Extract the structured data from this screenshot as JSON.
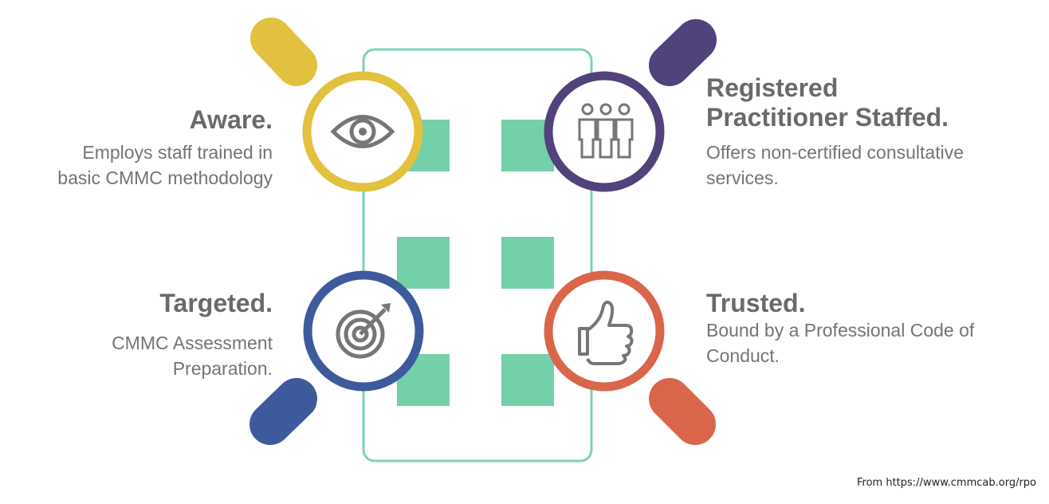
{
  "colors": {
    "aware": "#e2c13f",
    "registered": "#51427b",
    "targeted": "#3f5a9c",
    "trusted": "#d9664a",
    "accent_green": "#74d0a8",
    "frame": "#7fd2b5",
    "icon_gray": "#767676",
    "text_gray": "#6d6d6d"
  },
  "items": [
    {
      "key": "aware",
      "title": "Aware.",
      "description": [
        "Employs staff trained in",
        "basic CMMC methodology"
      ],
      "icon": "eye-icon"
    },
    {
      "key": "registered",
      "title": [
        "Registered",
        "Practitioner Staffed."
      ],
      "description": [
        "Offers non-certified consultative",
        "services."
      ],
      "icon": "team-icon"
    },
    {
      "key": "targeted",
      "title": "Targeted.",
      "description": [
        "CMMC Assessment",
        "Preparation."
      ],
      "icon": "target-icon"
    },
    {
      "key": "trusted",
      "title": "Trusted.",
      "description": [
        "Bound by a Professional Code of",
        "Conduct."
      ],
      "icon": "thumbs-up-icon"
    }
  ],
  "source": "From https://www.cmmcab.org/rpo"
}
